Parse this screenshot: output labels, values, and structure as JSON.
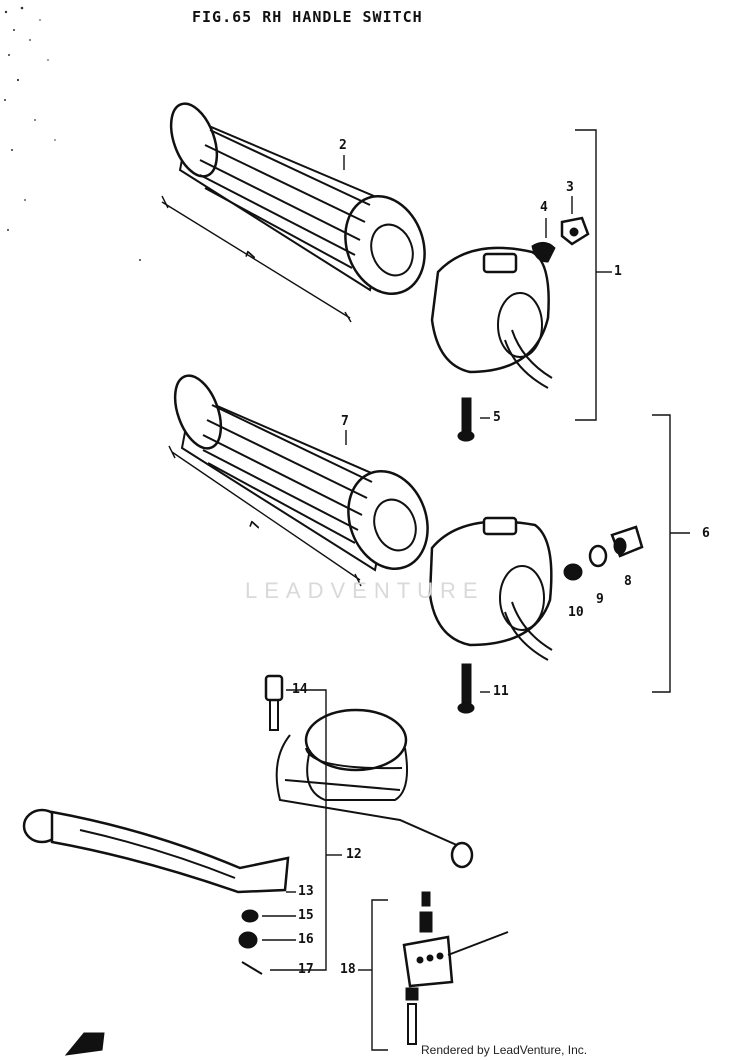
{
  "title": "FIG.65  RH HANDLE SWITCH",
  "watermark": "LEADVENTURE",
  "credit": "Rendered by LeadVenture, Inc.",
  "callouts": [
    {
      "id": "p1",
      "label": "1"
    },
    {
      "id": "p2",
      "label": "2"
    },
    {
      "id": "p3",
      "label": "3"
    },
    {
      "id": "p4",
      "label": "4"
    },
    {
      "id": "p5",
      "label": "5"
    },
    {
      "id": "p6",
      "label": "6"
    },
    {
      "id": "p7",
      "label": "7"
    },
    {
      "id": "p8",
      "label": "8"
    },
    {
      "id": "p9",
      "label": "9"
    },
    {
      "id": "p10",
      "label": "10"
    },
    {
      "id": "p11",
      "label": "11"
    },
    {
      "id": "p12",
      "label": "12"
    },
    {
      "id": "p13",
      "label": "13"
    },
    {
      "id": "p14",
      "label": "14"
    },
    {
      "id": "p15",
      "label": "15"
    },
    {
      "id": "p16",
      "label": "16"
    },
    {
      "id": "p17",
      "label": "17"
    },
    {
      "id": "p18",
      "label": "18"
    },
    {
      "id": "l1",
      "label": "7"
    },
    {
      "id": "l2",
      "label": "7"
    }
  ]
}
